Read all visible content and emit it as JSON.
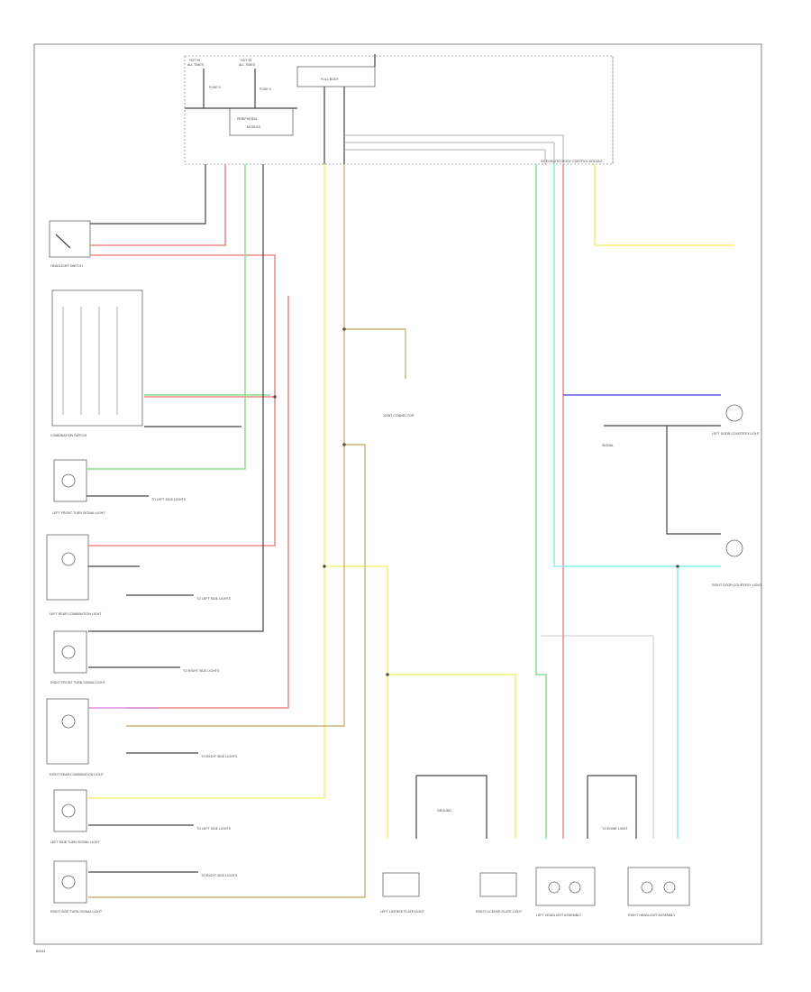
{
  "wire_colors": {
    "red": "#f08a8a",
    "green": "#8ee08e",
    "yellow": "#f2f27a",
    "blue": "#5a5ae6",
    "cyan": "#8af0f0",
    "tan": "#c9b47a",
    "gray": "#9a9a9a",
    "black": "#444444",
    "violet": "#e28ee2"
  },
  "fuses": {
    "fuse_a_line1": "HOT IN",
    "fuse_a_line2": "ALL TIMES",
    "fuse_b_line1": "HOT IN",
    "fuse_b_line2": "ALL TIMES",
    "fuse_a_id": "FUSE 8",
    "fuse_b_id": "FUSE 9"
  },
  "modules": {
    "hotbox_label": "FULL BODY",
    "peripheral_label": "PERIPHERAL",
    "peripheral_sub": "MODULE",
    "bcm_label": "INTEGRATED BODY CONTROL MODULE"
  },
  "left_components": {
    "headlight_switch": "HEADLIGHT SWITCH",
    "combination_switch": "COMBINATION SWITCH",
    "left_front_turn": "LEFT FRONT TURN SIGNAL LIGHT",
    "left_rear_combo": "LEFT REAR COMBINATION LIGHT",
    "right_front_turn": "RIGHT FRONT TURN SIGNAL LIGHT",
    "right_rear_combo": "RIGHT REAR COMBINATION LIGHT",
    "left_side_turn": "LEFT SIDE TURN SIGNAL LIGHT",
    "right_side_turn": "RIGHT SIDE TURN SIGNAL LIGHT"
  },
  "right_components": {
    "left_door_light": "LEFT DOOR COURTESY LIGHT",
    "right_door_light": "RIGHT DOOR COURTESY LIGHT",
    "left_headlight": "LEFT HEADLIGHT ASSEMBLY",
    "right_headlight": "RIGHT HEADLIGHT ASSEMBLY",
    "left_license": "LEFT LICENSE PLATE LIGHT",
    "right_license": "RIGHT LICENSE PLATE LIGHT",
    "joint_connector": "JOINT CONNECTOR"
  },
  "refs": {
    "ref_left_side": "TO LEFT SIDE LIGHTS",
    "ref_right_side": "TO RIGHT SIDE LIGHTS",
    "ref_ground": "GROUND",
    "ref_signal": "SIGNAL",
    "ref_dome": "TO DOME LIGHT"
  },
  "footer": {
    "page_code": "B2044"
  }
}
